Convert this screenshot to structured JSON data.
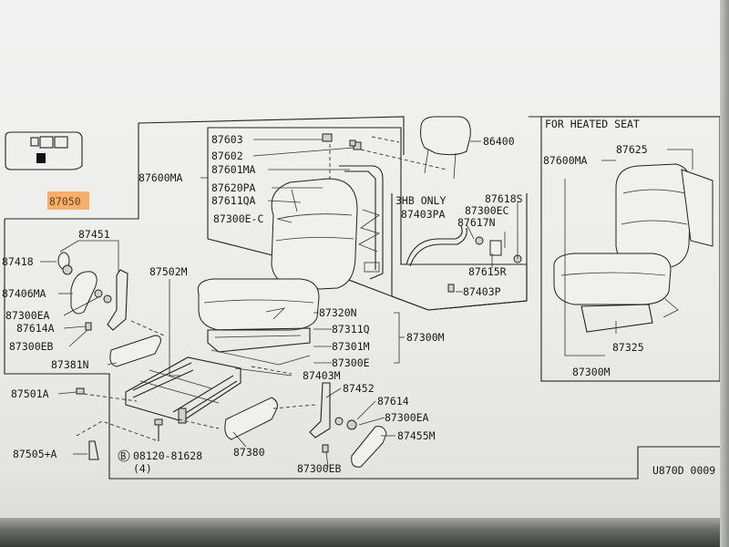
{
  "diagram": {
    "highlighted_part": "87050",
    "heated_seat_note": "FOR HEATED SEAT",
    "hb_only_note": "3HB ONLY",
    "bolt_code": "08120-81628",
    "bolt_qty": "(4)",
    "bolt_marker": "B",
    "figure_code": "U870D 0009",
    "labels": {
      "l87600MA": "87600MA",
      "l87603": "87603",
      "l87602": "87602",
      "l87601MA": "87601MA",
      "l87620PA": "87620PA",
      "l87611QA": "87611QA",
      "l87300EC_left": "87300E-C",
      "l86400": "86400",
      "l87618S": "87618S",
      "l87403PA": "87403PA",
      "l87300EC": "87300EC",
      "l87617N": "87617N",
      "l87615R": "87615R",
      "l87403P": "87403P",
      "l87451": "87451",
      "l87418": "87418",
      "l87406MA": "87406MA",
      "l87300EA_left": "87300EA",
      "l87614A": "87614A",
      "l87300EB_left": "87300EB",
      "l87381N": "87381N",
      "l87502M": "87502M",
      "l87320N": "87320N",
      "l87311Q": "87311Q",
      "l87301M": "87301M",
      "l87300E": "87300E",
      "l87300M_mid": "87300M",
      "l87403M": "87403M",
      "l87501A": "87501A",
      "l87505A": "87505+A",
      "l87380": "87380",
      "l87452": "87452",
      "l87614": "87614",
      "l87300EA_right": "87300EA",
      "l87455M": "87455M",
      "l87300EB_right": "87300EB",
      "h87600MA": "87600MA",
      "h87625": "87625",
      "h87325": "87325",
      "h87300M": "87300M"
    }
  }
}
